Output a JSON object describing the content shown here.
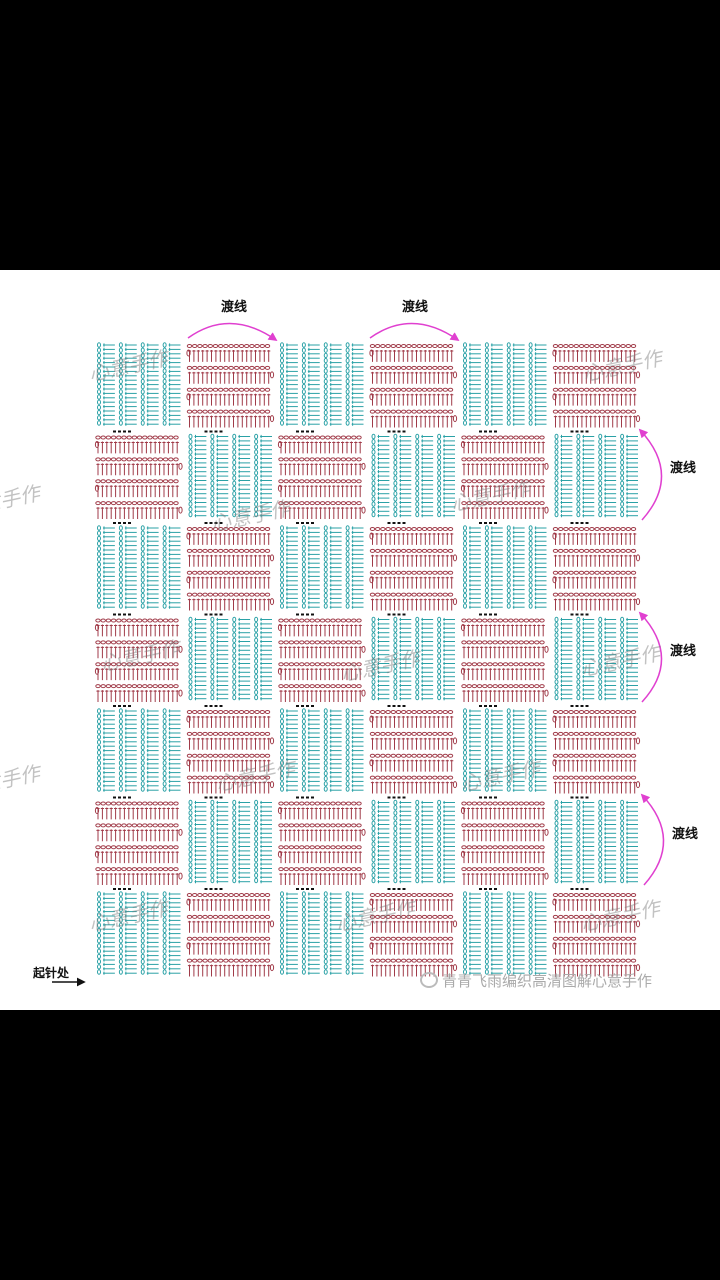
{
  "diagram": {
    "grid_rows": 7,
    "grid_cols": 6,
    "colors": {
      "teal": "#2aa1a6",
      "red": "#a03a48",
      "arrow": "#e040d0",
      "border": "#111111"
    },
    "start_label": "起针处",
    "carry_label": "渡线",
    "arrow_labels": [
      "渡线",
      "渡线",
      "渡线",
      "渡线",
      "渡线"
    ],
    "caption": "青青飞雨编织高清图解心意手作",
    "watermark": "心意手作"
  }
}
